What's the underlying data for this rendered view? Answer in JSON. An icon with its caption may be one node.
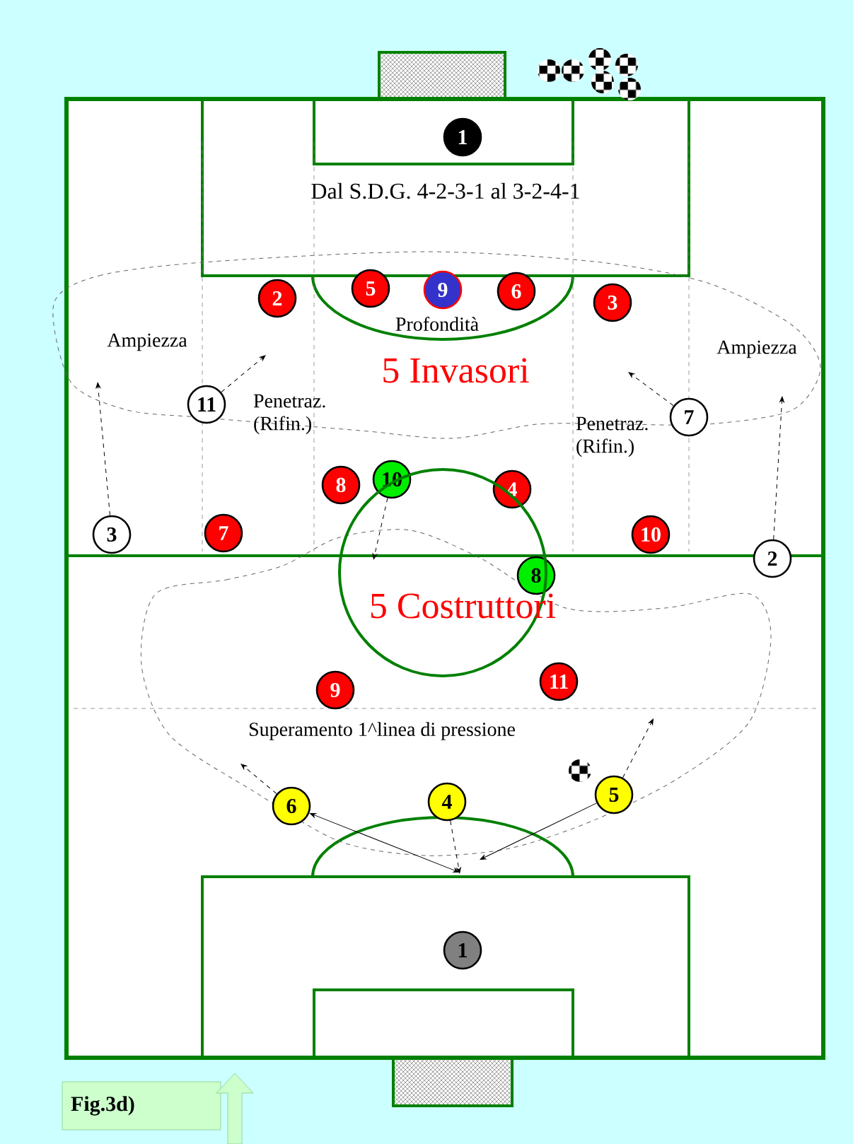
{
  "diagram": {
    "nodes": [
      {
        "text": [
          "1"
        ]
      },
      {
        "text": [
          "2"
        ]
      },
      {
        "text": [
          "5"
        ]
      },
      {
        "text": [
          "9"
        ]
      },
      {
        "text": [
          "6"
        ]
      },
      {
        "text": [
          "3"
        ]
      },
      {
        "text": [
          "11"
        ]
      },
      {
        "text": [
          "7"
        ]
      },
      {
        "text": [
          "8"
        ]
      },
      {
        "text": [
          "10"
        ]
      },
      {
        "text": [
          "4"
        ]
      },
      {
        "text": [
          "3"
        ]
      },
      {
        "text": [
          "7"
        ]
      },
      {
        "text": [
          "10"
        ]
      },
      {
        "text": [
          "2"
        ]
      },
      {
        "text": [
          "8"
        ]
      },
      {
        "text": [
          "5 Costruttori"
        ]
      },
      {
        "text": [
          "9"
        ]
      },
      {
        "text": [
          "11"
        ]
      },
      {
        "text": [
          "6"
        ]
      },
      {
        "text": [
          "4"
        ]
      },
      {
        "text": [
          "5"
        ]
      },
      {
        "text": [
          "1"
        ]
      },
      {
        "text": [
          "Fig.3d)"
        ]
      }
    ],
    "edges": [
      {
        "from": 6,
        "to": null,
        "arrow": "to",
        "style": "dashed"
      },
      {
        "from": 11,
        "to": null,
        "arrow": "to",
        "style": "dashed"
      },
      {
        "from": 14,
        "to": null,
        "arrow": "to",
        "style": "dashed"
      },
      {
        "from": 7,
        "to": null,
        "arrow": "to",
        "style": "dashed"
      },
      {
        "from": 9,
        "to": 16,
        "arrow": "to",
        "style": "dashed"
      },
      {
        "from": 20,
        "to": null,
        "arrow": "to",
        "style": "dashed"
      },
      {
        "from": 19,
        "to": null,
        "arrow": "both"
      },
      {
        "from": 21,
        "to": null,
        "arrow": "to"
      },
      {
        "from": 21,
        "to": null,
        "arrow": "to",
        "style": "dashed"
      },
      {
        "from": 19,
        "to": null,
        "arrow": "to",
        "style": "dashed"
      }
    ],
    "labels": [
      "Dal S.D.G. 4-2-3-1 al 3-2-4-1",
      "Profondità",
      "Ampiezza",
      "Ampiezza",
      "5 Invasori",
      "Penetraz. (Rifin.)",
      "Penetraz. (Rifin.)",
      "Superamento 1^linea di pressione"
    ]
  }
}
